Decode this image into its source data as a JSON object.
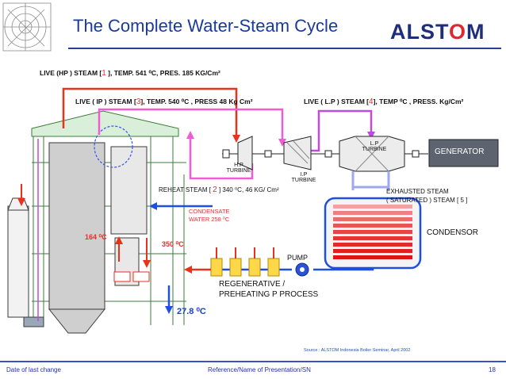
{
  "header": {
    "title": "The Complete Water-Steam Cycle",
    "logo_text_a": "ALST",
    "logo_text_o": "O",
    "logo_text_b": "M"
  },
  "labels": {
    "live_hp_a": "LIVE (HP ) STEAM  [",
    "live_hp_num": "1",
    "live_hp_b": " ], TEMP. 541 ⁰C, PRES.  185  KG/Cm²",
    "live_ip_a": "LIVE ( IP ) STEAM [",
    "live_ip_num": "3",
    "live_ip_b": "], TEMP. 540 ⁰C  , PRESS 48  Kg Cm²",
    "live_lp_a": "LIVE ( L.P )  STEAM  [",
    "live_lp_num": "4",
    "live_lp_b": "], TEMP   ⁰C , PRESS. Kg/Cm²",
    "hp_turbine": "H.P\nTURBINE",
    "ip_turbine": "I.P\nTURBINE",
    "lp_turbine": "L.P\nTURBINE",
    "generator": "GENERATOR",
    "reheat_a": "REHEAT  STEAM  [ ",
    "reheat_num": "2",
    "reheat_b": " ]  340 ⁰C, 46 KG/ Cm²",
    "exhausted": "EXHAUSTED STEAM\n( SATURATED )  STEAM [ 5 ]",
    "condensate": "CONDENSATE\nWATER 258 ⁰C",
    "condensor": "CONDENSOR",
    "pump": "PUMP",
    "regen": "REGENERATIVE /\nPREHEATING P PROCESS",
    "t164": "164 ⁰C",
    "t350": "350 ⁰C",
    "t27": "27.8 ⁰C"
  },
  "footer": {
    "source": "Source : ALSTOM Indonesia Boiler Seminar, April 2002",
    "date": "Date of last change",
    "reference": "Reference/Name of Presentation/SN",
    "page": "18"
  },
  "colors": {
    "title": "#1a3a9c",
    "red_pipe": "#e8321c",
    "pink_pipe": "#f25bd6",
    "violet_pipe": "#c04ae0",
    "blue_pipe": "#1f4fe0",
    "boiler_green": "#3a7d3a",
    "generator": "#5d6470"
  }
}
